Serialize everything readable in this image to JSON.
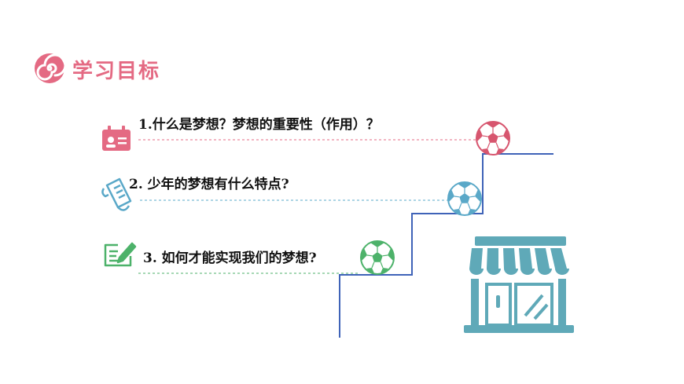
{
  "heading": {
    "title": "学习目标"
  },
  "objectives": [
    {
      "text": "1.什么是梦想？梦想的重要性（作用）？"
    },
    {
      "text": "2. 少年的梦想有什么特点?"
    },
    {
      "text": "3. 如何才能实现我们的梦想?"
    }
  ],
  "colors": {
    "pink": "#e46a83",
    "blue": "#5aa8c8",
    "green": "#4db26a",
    "stairs": "#3f63b8",
    "shop": "#5fa9b8"
  },
  "icons": [
    "spiral-icon",
    "id-card-icon",
    "scroll-icon",
    "notepad-pen-icon",
    "soccer-ball-icon",
    "shop-icon"
  ]
}
